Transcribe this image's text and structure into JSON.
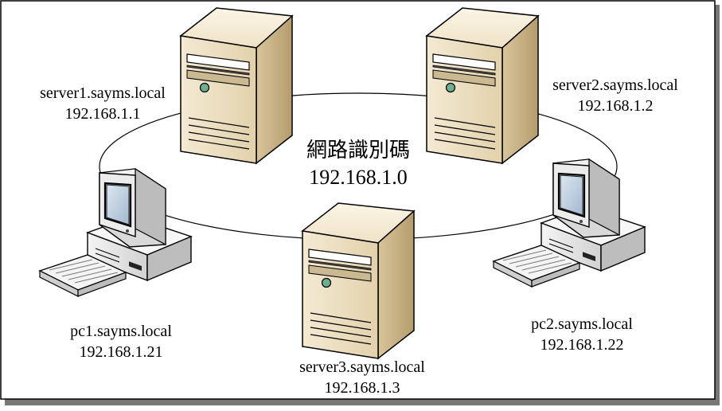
{
  "diagram": {
    "network": {
      "title": "網路識別碼",
      "address": "192.168.1.0"
    },
    "nodes": [
      {
        "id": "server1",
        "kind": "server",
        "hostname": "server1.sayms.local",
        "ip": "192.168.1.1"
      },
      {
        "id": "server2",
        "kind": "server",
        "hostname": "server2.sayms.local",
        "ip": "192.168.1.2"
      },
      {
        "id": "server3",
        "kind": "server",
        "hostname": "server3.sayms.local",
        "ip": "192.168.1.3"
      },
      {
        "id": "pc1",
        "kind": "pc",
        "hostname": "pc1.sayms.local",
        "ip": "192.168.1.21"
      },
      {
        "id": "pc2",
        "kind": "pc",
        "hostname": "pc2.sayms.local",
        "ip": "192.168.1.22"
      }
    ],
    "icons": {
      "server": "server-tower-icon",
      "pc": "desktop-computer-icon"
    },
    "colors": {
      "server_body": "#e9dcc0",
      "server_side": "#c9b48a",
      "pc_body": "#e8e8e8",
      "screen": "#1a1a1a",
      "line": "#000000"
    }
  }
}
